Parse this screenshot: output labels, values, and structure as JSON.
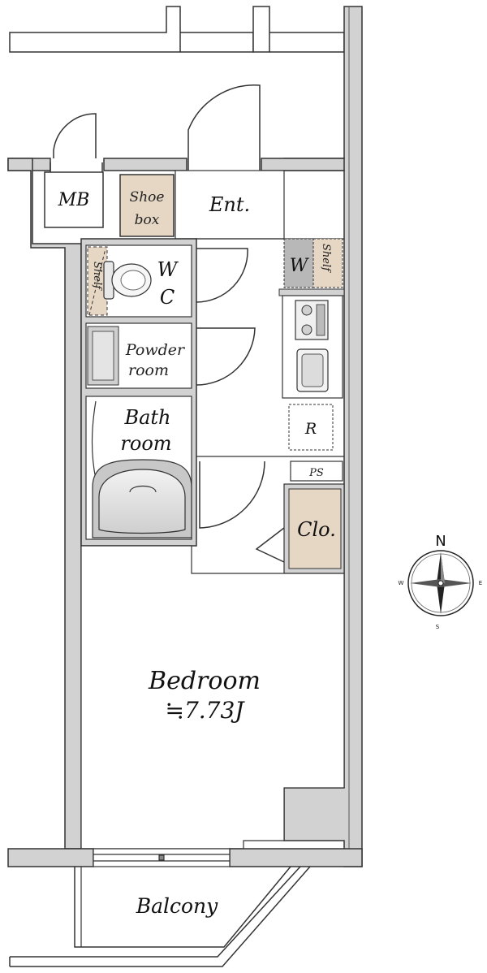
{
  "rooms": {
    "mb": "MB",
    "shoe_box_line1": "Shoe",
    "shoe_box_line2": "box",
    "entrance": "Ent.",
    "wc_line1": "W",
    "wc_line2": "C",
    "shelf_wc": "Shelf",
    "w": "W",
    "shelf_kitchen": "Shelf",
    "powder_line1": "Powder",
    "powder_line2": "room",
    "bath_line1": "Bath",
    "bath_line2": "room",
    "refrigerator": "R",
    "ps": "PS",
    "closet": "Clo.",
    "bedroom": "Bedroom",
    "bedroom_area": "≒7.73J",
    "balcony": "Balcony"
  },
  "compass": {
    "north": "N",
    "west": "W",
    "east": "E",
    "south": "S"
  },
  "colors": {
    "wall_fill": "#d2d2d2",
    "wall_line": "#333333",
    "storage": "#e6d6c4",
    "w_box": "#b8b8b8"
  }
}
